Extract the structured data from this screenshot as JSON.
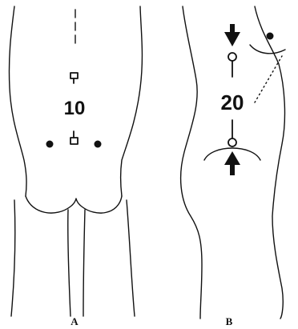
{
  "panel_a": {
    "label": "A",
    "measurement": "10"
  },
  "panel_b": {
    "label": "B",
    "measurement": "20"
  },
  "colors": {
    "ink": "#111111",
    "background": "#ffffff"
  },
  "icons": [
    "arrow-down-icon",
    "arrow-up-icon"
  ]
}
